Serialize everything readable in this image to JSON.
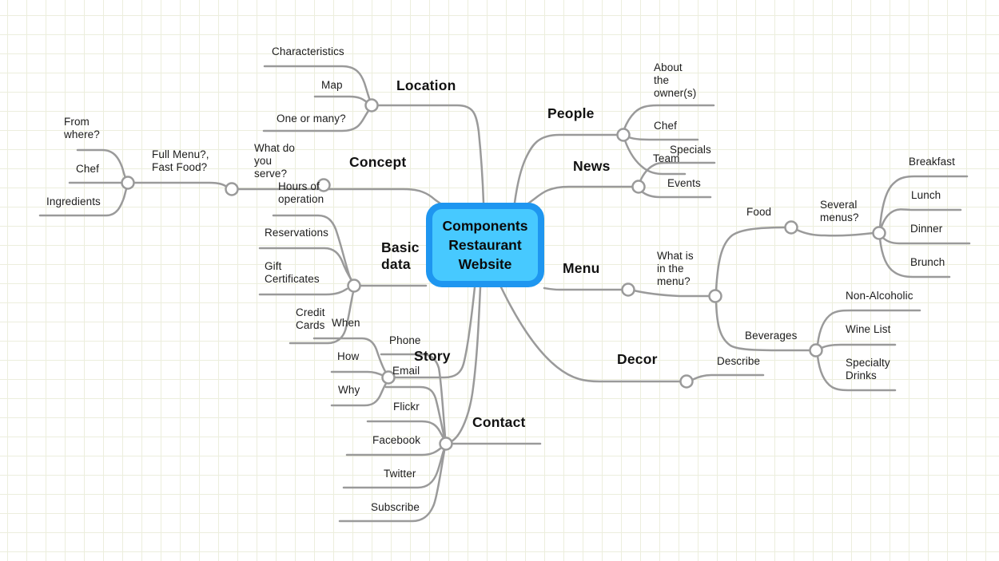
{
  "theme": {
    "background_color": "#ffffff",
    "grid_line_color": "#eceedd",
    "connector_color": "#9a9a9a",
    "node_border_color": "#1e96f0",
    "node_fill_color": "#47c9ff",
    "text_color": "#1c1c1c"
  },
  "mindmap": {
    "root": {
      "label": "Components Restaurant Website"
    },
    "branches": [
      {
        "label": "Location",
        "children": [
          {
            "label": "Characteristics"
          },
          {
            "label": "Map"
          },
          {
            "label": "One or many?"
          }
        ]
      },
      {
        "label": "Concept",
        "children": [
          {
            "label": "What do you serve?",
            "children": [
              {
                "label": "Full Menu?, Fast Food?",
                "children": [
                  {
                    "label": "From where?"
                  },
                  {
                    "label": "Chef"
                  },
                  {
                    "label": "Ingredients"
                  }
                ]
              }
            ]
          }
        ]
      },
      {
        "label": "People",
        "children": [
          {
            "label": "About the owner(s)"
          },
          {
            "label": "Chef"
          },
          {
            "label": "Team"
          }
        ]
      },
      {
        "label": "News",
        "children": [
          {
            "label": "Specials"
          },
          {
            "label": "Events"
          }
        ]
      },
      {
        "label": "Menu",
        "children": [
          {
            "label": "What is in the menu?",
            "children": [
              {
                "label": "Food",
                "children": [
                  {
                    "label": "Several menus?",
                    "children": [
                      {
                        "label": "Breakfast"
                      },
                      {
                        "label": "Lunch"
                      },
                      {
                        "label": "Dinner"
                      },
                      {
                        "label": "Brunch"
                      }
                    ]
                  }
                ]
              },
              {
                "label": "Beverages",
                "children": [
                  {
                    "label": "Non-Alcoholic"
                  },
                  {
                    "label": "Wine List"
                  },
                  {
                    "label": "Specialty Drinks"
                  }
                ]
              }
            ]
          }
        ]
      },
      {
        "label": "Basic data",
        "children": [
          {
            "label": "Hours of operation"
          },
          {
            "label": "Reservations"
          },
          {
            "label": "Gift Certificates"
          },
          {
            "label": "Credit Cards"
          }
        ]
      },
      {
        "label": "Story",
        "children": [
          {
            "label": "When"
          },
          {
            "label": "How"
          },
          {
            "label": "Why"
          }
        ]
      },
      {
        "label": "Contact",
        "children": [
          {
            "label": "Phone"
          },
          {
            "label": "Email"
          },
          {
            "label": "Flickr"
          },
          {
            "label": "Facebook"
          },
          {
            "label": "Twitter"
          },
          {
            "label": "Subscribe"
          }
        ]
      },
      {
        "label": "Decor",
        "children": [
          {
            "label": "Describe"
          }
        ]
      }
    ]
  }
}
